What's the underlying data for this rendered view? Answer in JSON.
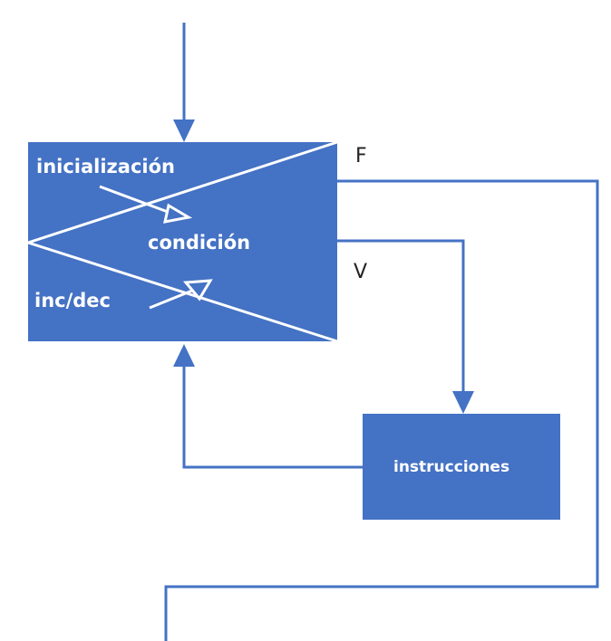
{
  "diagram": {
    "loop_box": {
      "init_label": "inicialización",
      "condition_label": "condición",
      "step_label": "inc/dec"
    },
    "false_label": "F",
    "true_label": "V",
    "body_box": {
      "label": "instrucciones"
    },
    "colors": {
      "fill": "#4472C4",
      "line": "#4472C4",
      "inner": "#FFFFFF"
    }
  }
}
